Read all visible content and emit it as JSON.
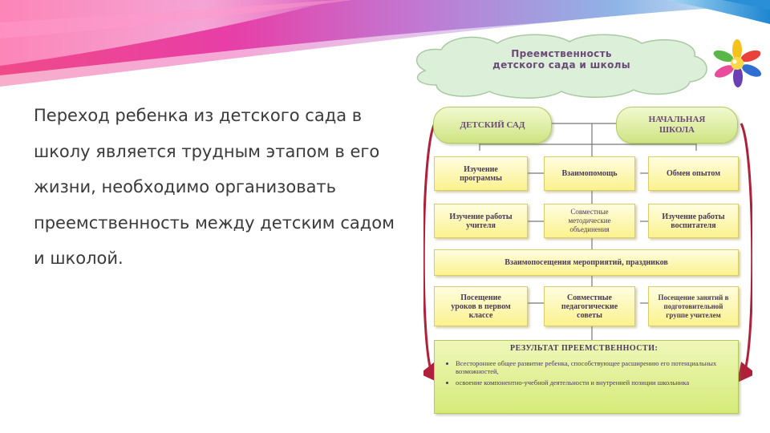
{
  "main_text": "Переход ребенка из детского сада в школу является трудным этапом в его жизни, необходимо организовать преемственность между детским садом и школой.",
  "diagram": {
    "title_line1": "Преемственность",
    "title_line2": "детского сада и школы",
    "left_header": "ДЕТСКИЙ САД",
    "right_header_line1": "НАЧАЛЬНАЯ",
    "right_header_line2": "ШКОЛА",
    "row1": {
      "left_line1": "Изучение",
      "left_line2": "программы",
      "center": "Взаимопомощь",
      "right": "Обмен опытом"
    },
    "row2": {
      "left_line1": "Изучение работы",
      "left_line2": "учителя",
      "center_line1": "Совместные",
      "center_line2": "методические",
      "center_line3": "объединения",
      "right_line1": "Изучение работы",
      "right_line2": "воспитателя"
    },
    "row3": "Взаимопосещения мероприятий, праздников",
    "row4": {
      "left_line1": "Посещение",
      "left_line2": "уроков в первом",
      "left_line3": "классе",
      "center_line1": "Совместные",
      "center_line2": "педагогические",
      "center_line3": "советы",
      "right_line1": "Посещение занятий в",
      "right_line2": "подготовительной",
      "right_line3": "группе учителем"
    },
    "result_title": "РЕЗУЛЬТАТ ПРЕЕМСТВЕННОСТИ:",
    "result_item1": "Всестороннее общее развитие ребенка, способствующее расширению его потенциальных возможностей,",
    "result_item2": "освоение компонентно-учебной деятельности и внутренней позиции школьника"
  },
  "colors": {
    "banner_magenta": "#e5307f",
    "banner_blue": "#2a8fd6",
    "box_yellow": "#fbf28e",
    "header_green": "#cfe483",
    "arrow_red": "#b0203a",
    "text_gray": "#3a3a3a"
  }
}
